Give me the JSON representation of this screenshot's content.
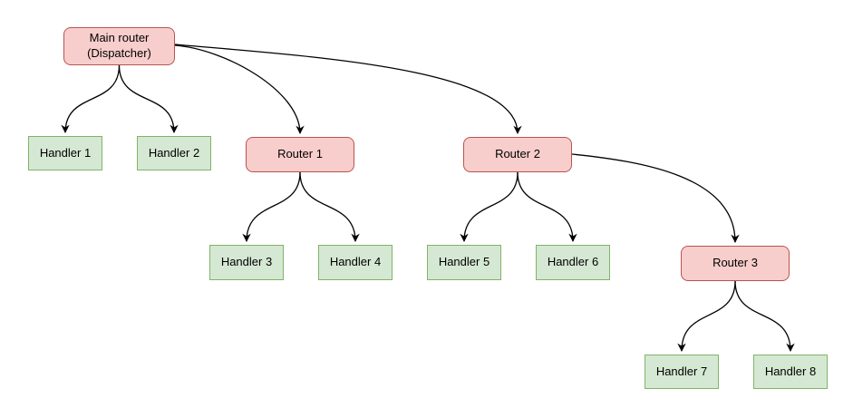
{
  "diagram": {
    "nodes": [
      {
        "id": "main",
        "label": "Main router (Dispatcher)",
        "type": "router"
      },
      {
        "id": "h1",
        "label": "Handler 1",
        "type": "handler"
      },
      {
        "id": "h2",
        "label": "Handler 2",
        "type": "handler"
      },
      {
        "id": "router1",
        "label": "Router 1",
        "type": "router"
      },
      {
        "id": "h3",
        "label": "Handler 3",
        "type": "handler"
      },
      {
        "id": "h4",
        "label": "Handler 4",
        "type": "handler"
      },
      {
        "id": "router2",
        "label": "Router 2",
        "type": "router"
      },
      {
        "id": "h5",
        "label": "Handler 5",
        "type": "handler"
      },
      {
        "id": "h6",
        "label": "Handler 6",
        "type": "handler"
      },
      {
        "id": "router3",
        "label": "Router 3",
        "type": "router"
      },
      {
        "id": "h7",
        "label": "Handler 7",
        "type": "handler"
      },
      {
        "id": "h8",
        "label": "Handler 8",
        "type": "handler"
      }
    ],
    "edges": [
      {
        "from": "main",
        "to": "h1"
      },
      {
        "from": "main",
        "to": "h2"
      },
      {
        "from": "main",
        "to": "router1"
      },
      {
        "from": "main",
        "to": "router2"
      },
      {
        "from": "router1",
        "to": "h3"
      },
      {
        "from": "router1",
        "to": "h4"
      },
      {
        "from": "router2",
        "to": "h5"
      },
      {
        "from": "router2",
        "to": "h6"
      },
      {
        "from": "router2",
        "to": "router3"
      },
      {
        "from": "router3",
        "to": "h7"
      },
      {
        "from": "router3",
        "to": "h8"
      }
    ]
  },
  "colors": {
    "background": "#ffffff",
    "text": "#000000",
    "edge": "#000000",
    "router_fill": "#f8cecc",
    "router_border": "#b85450",
    "handler_fill": "#d5e8d4",
    "handler_border": "#82b366"
  }
}
